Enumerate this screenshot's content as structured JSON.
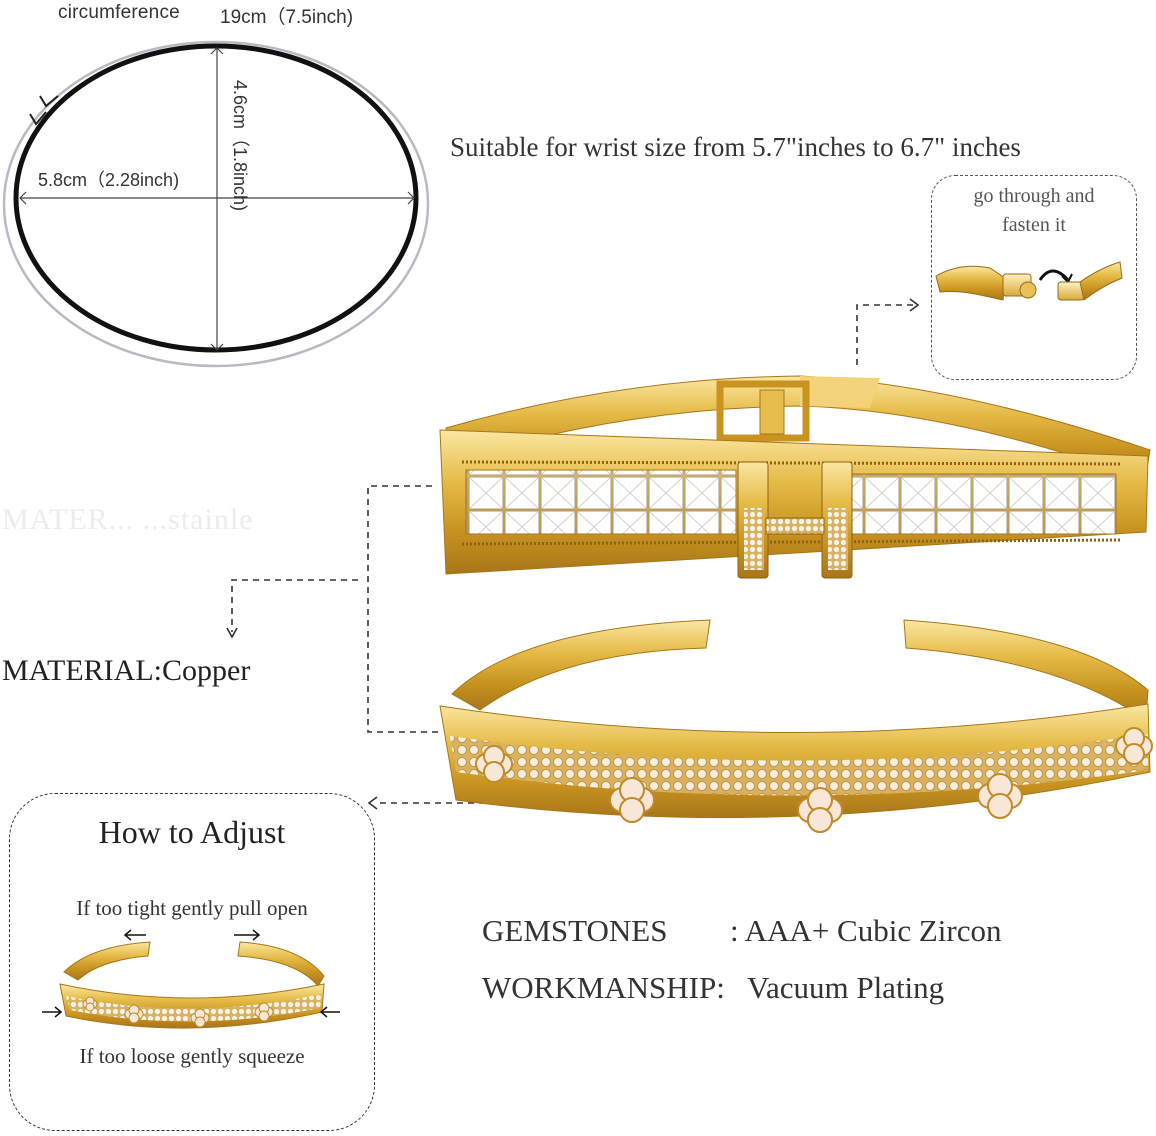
{
  "measurements": {
    "circumference_label": "circumference",
    "circumference_value": "19cm（7.5inch)",
    "width_label": "5.8cm（2.28inch)",
    "height_label": "4.6cm（1.8inch)"
  },
  "wrist_size_text": "Suitable for wrist size from 5.7\"inches to 6.7\" inches",
  "clasp_callout": {
    "caption": "go through and fasten it"
  },
  "material_text": "MATERIAL:Copper",
  "ghost_text": "MATER...    ...stainle",
  "adjust": {
    "title": "How to Adjust",
    "tight_text": "If too tight gently pull open",
    "loose_text": "If too loose gently squeeze"
  },
  "specs": {
    "gemstones_label": "GEMSTONES",
    "gemstones_value": ": AAA+ Cubic Zircon",
    "workmanship_label": "WORKMANSHIP:",
    "workmanship_value": "Vacuum Plating"
  },
  "colors": {
    "gold_light": "#f7dd8a",
    "gold": "#d9a933",
    "gold_dark": "#a9771a",
    "pearl": "#f8e6d6"
  }
}
